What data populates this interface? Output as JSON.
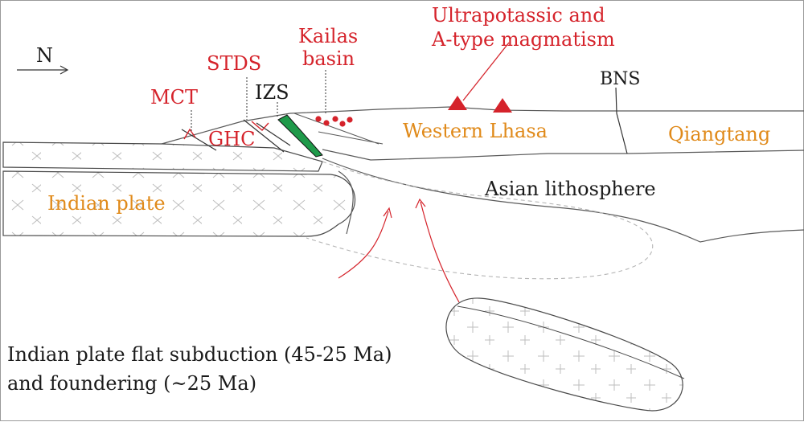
{
  "compass": {
    "label": "N"
  },
  "labels": {
    "mct": "MCT",
    "stds": "STDS",
    "izs": "IZS",
    "ghc": "GHC",
    "kailas_line1": "Kailas",
    "kailas_line2": "basin",
    "magmatism_line1": "Ultrapotassic and",
    "magmatism_line2": "A-type magmatism",
    "bns": "BNS",
    "western_lhasa": "Western Lhasa",
    "qiangtang": "Qiangtang",
    "asian_lithosphere": "Asian lithosphere",
    "indian_plate": "Indian plate"
  },
  "caption": {
    "line1": "Indian plate flat subduction (45-25 Ma)",
    "line2": "and foundering (~25 Ma)"
  },
  "colors": {
    "label_red": "#d5232b",
    "label_orange": "#e08a1a",
    "ophiolite_green": "#1f9a4a",
    "line_gray": "#555555"
  }
}
